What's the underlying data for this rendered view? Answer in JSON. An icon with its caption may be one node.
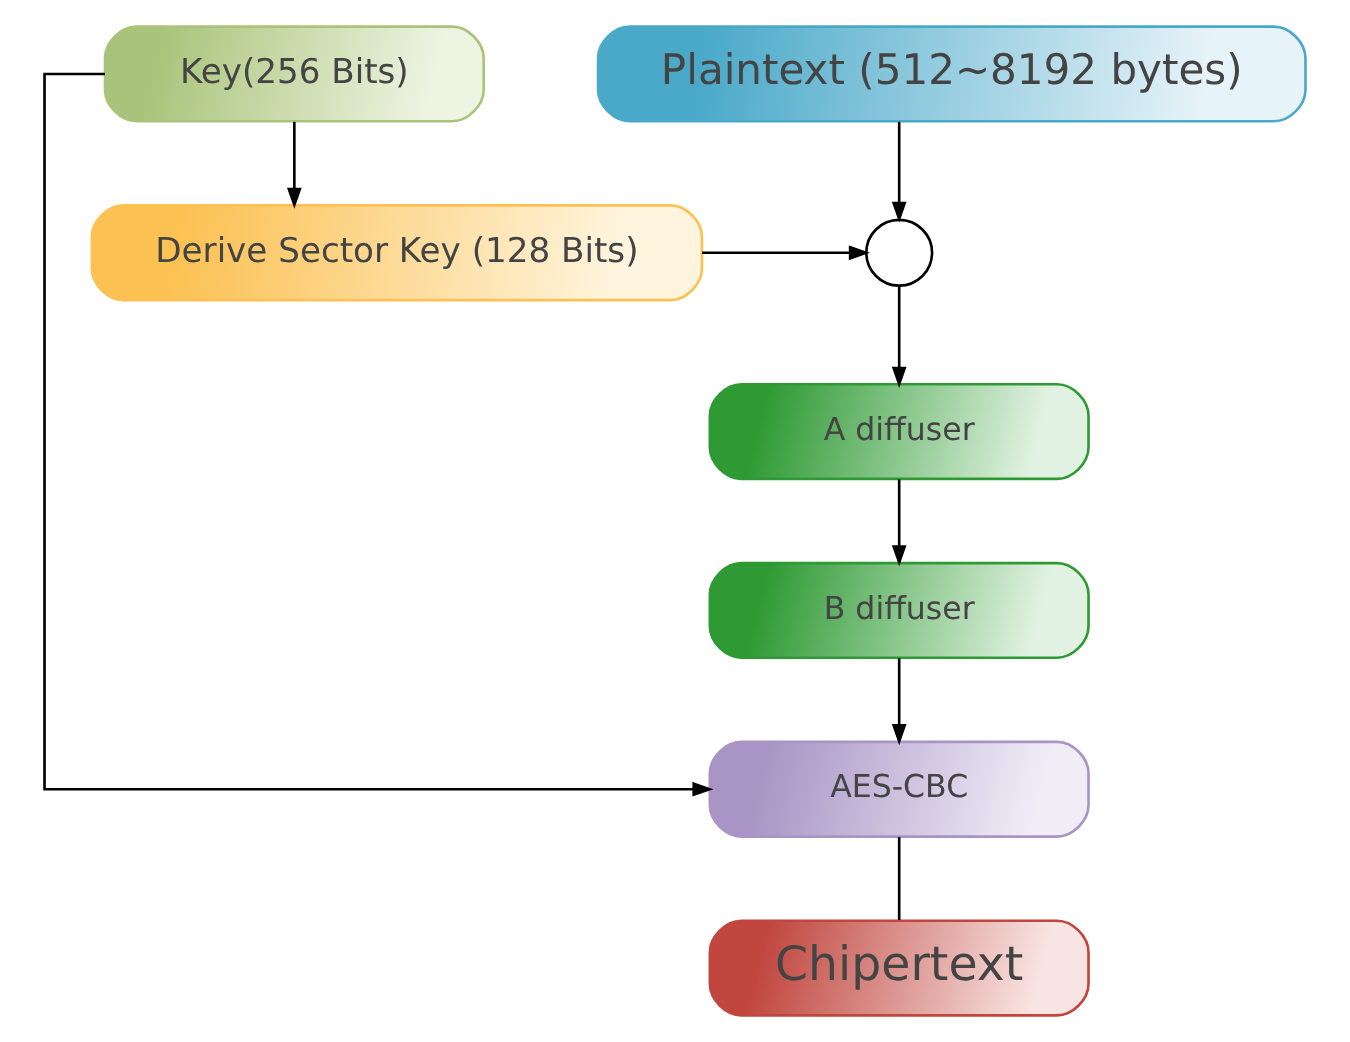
{
  "diagram": {
    "nodes": [
      {
        "text": [
          "Plaintext (512~8192 bytes)"
        ]
      },
      {
        "text": [
          "Key(256 Bits)"
        ]
      },
      {
        "text": [],
        "shape": "circle"
      },
      {
        "text": [
          "Derive Sector Key (128 Bits)"
        ]
      },
      {
        "text": [
          "A diffuser"
        ]
      },
      {
        "text": [
          "B diffuser"
        ]
      },
      {
        "text": [
          "AES-CBC"
        ]
      },
      {
        "text": [
          "Chipertext"
        ]
      }
    ],
    "edges": [
      {
        "from": 0,
        "to": 2,
        "arrow": "to"
      },
      {
        "from": 1,
        "to": 3,
        "arrow": "to"
      },
      {
        "from": 3,
        "to": 2,
        "arrow": "to"
      },
      {
        "from": 2,
        "to": 4,
        "arrow": "to"
      },
      {
        "from": 4,
        "to": 5,
        "arrow": "to"
      },
      {
        "from": 5,
        "to": 6,
        "arrow": "to"
      },
      {
        "from": 1,
        "to": 6,
        "arrow": "to"
      },
      {
        "from": 6,
        "to": 7,
        "arrow": "none"
      }
    ]
  }
}
